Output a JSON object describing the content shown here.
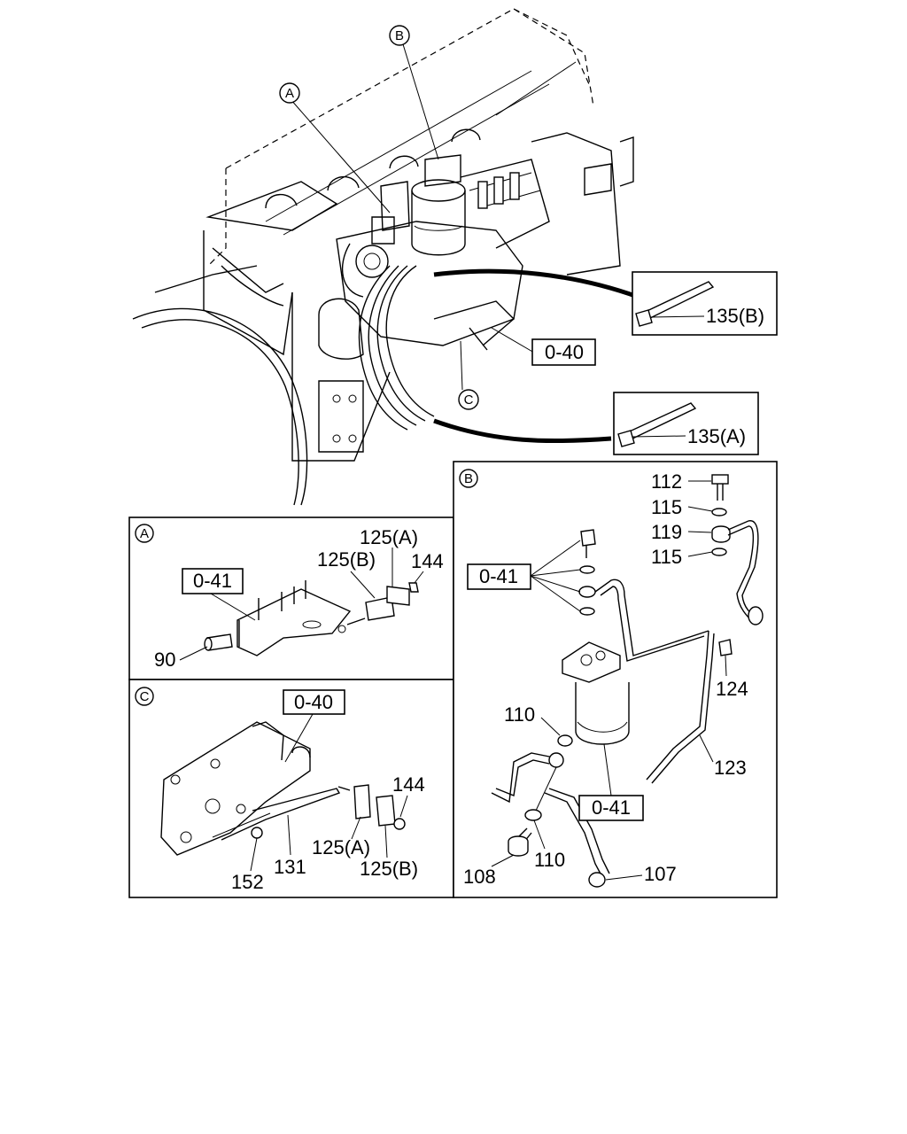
{
  "callouts": {
    "A": "A",
    "B": "B",
    "C": "C"
  },
  "main_view": {
    "ref_box_1": "0-40",
    "tie_top": "135(B)",
    "tie_bottom": "135(A)"
  },
  "panel_a": {
    "letter": "A",
    "ref_box": "0-41",
    "parts": [
      "125(A)",
      "125(B)",
      "144",
      "90"
    ]
  },
  "panel_c": {
    "letter": "C",
    "ref_box": "0-40",
    "parts": [
      "144",
      "125(A)",
      "125(B)",
      "131",
      "152"
    ]
  },
  "panel_b": {
    "letter": "B",
    "ref_box_1": "0-41",
    "ref_box_2": "0-41",
    "parts": [
      "112",
      "115",
      "119",
      "115",
      "124",
      "110",
      "123",
      "110",
      "108",
      "107"
    ]
  }
}
